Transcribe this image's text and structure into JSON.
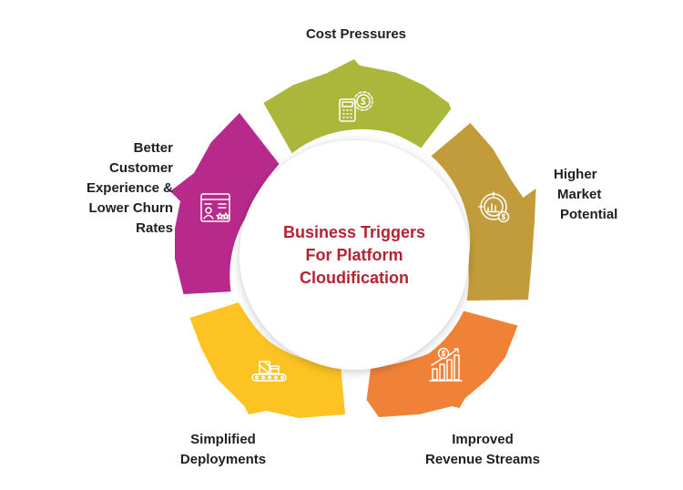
{
  "center": {
    "lines": [
      "Business Triggers",
      "For Platform",
      "Cloudification"
    ]
  },
  "segments": [
    {
      "id": "cost",
      "lines": [
        "Cost Pressures"
      ],
      "color": "#aab73a",
      "icon": "calculator-gear-dollar-icon"
    },
    {
      "id": "market",
      "lines": [
        "Higher",
        "Market",
        "Potential"
      ],
      "color": "#c29c3a",
      "icon": "target-chart-dollar-icon"
    },
    {
      "id": "revenue",
      "lines": [
        "Improved",
        "Revenue Streams"
      ],
      "color": "#f08237",
      "icon": "growth-bar-chart-dollar-icon"
    },
    {
      "id": "deploy",
      "lines": [
        "Simplified",
        "Deployments"
      ],
      "color": "#fcc323",
      "icon": "conveyor-boxes-icon"
    },
    {
      "id": "customer",
      "lines": [
        "Better",
        "Customer",
        "Experience &",
        "Lower Churn",
        "Rates"
      ],
      "color": "#b72a8c",
      "icon": "profile-card-rating-icon"
    }
  ],
  "colors": {
    "title": "#b52332",
    "label": "#1f1f1f",
    "icon_stroke": "#ffffff"
  }
}
